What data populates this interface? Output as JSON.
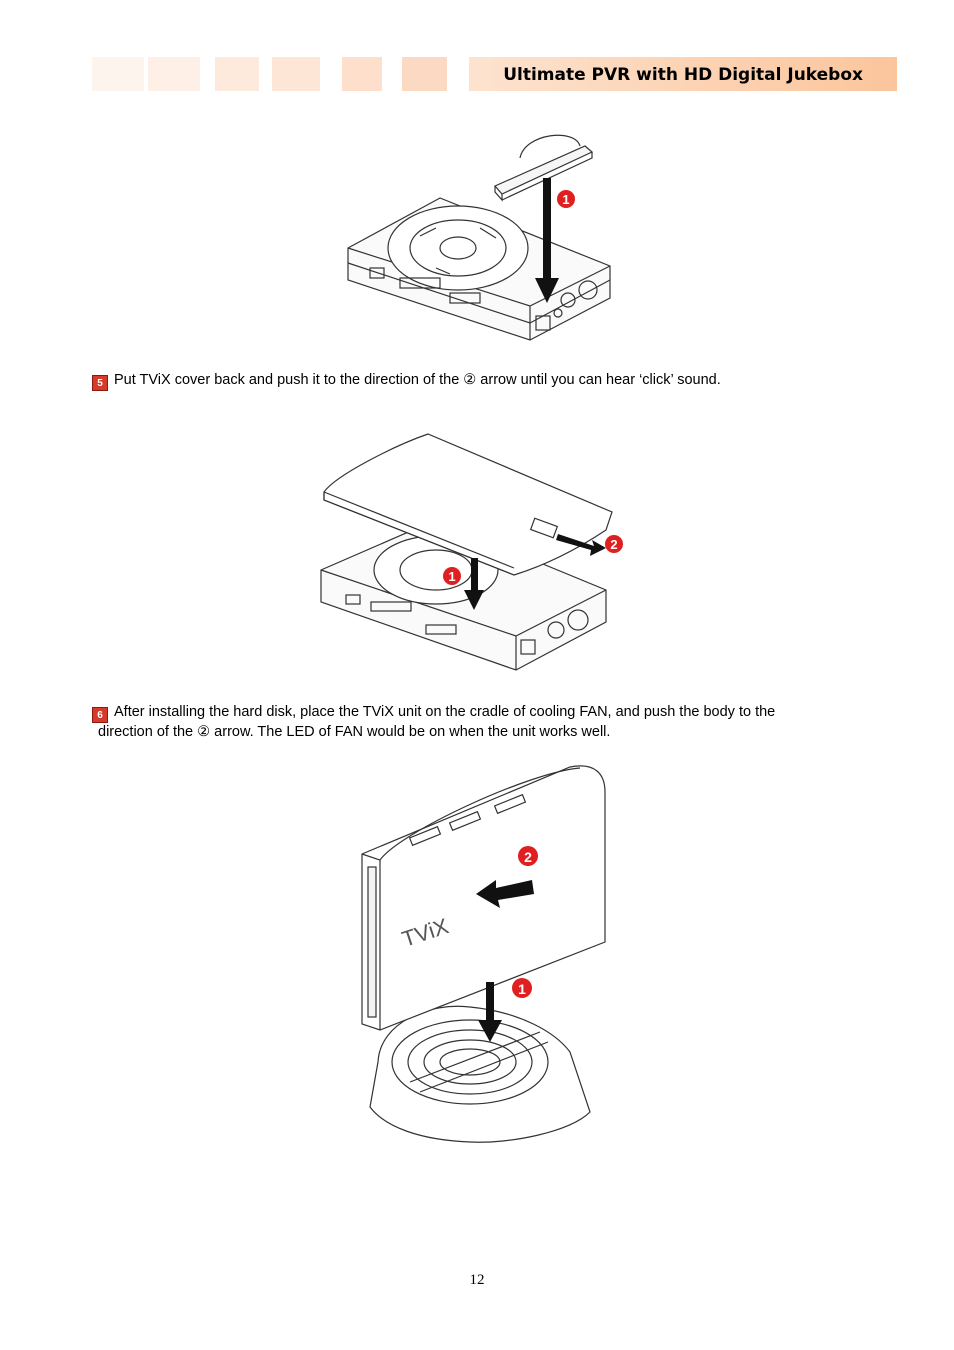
{
  "header": {
    "title": "Ultimate PVR with HD Digital Jukebox",
    "accent_colors": [
      "#fef3ec",
      "#fde8da",
      "#fde3cf",
      "#fddac1",
      "#fcd1b3",
      "#fbc59c"
    ]
  },
  "figures": [
    {
      "callouts": [
        "1"
      ]
    },
    {
      "callouts": [
        "1",
        "2"
      ]
    },
    {
      "callouts": [
        "2",
        "1"
      ],
      "logo_text": "TViX"
    }
  ],
  "steps": [
    {
      "number": "5",
      "text": "Put TViX cover back and push it to the direction of the ② arrow until you can hear ‘click’ sound."
    },
    {
      "number": "6",
      "line1": "After installing the hard disk, place the TViX unit on the cradle of cooling FAN, and push the body to the",
      "line2": "direction of the ② arrow. The LED of FAN would be on when the unit works well."
    }
  ],
  "page_number": "12"
}
